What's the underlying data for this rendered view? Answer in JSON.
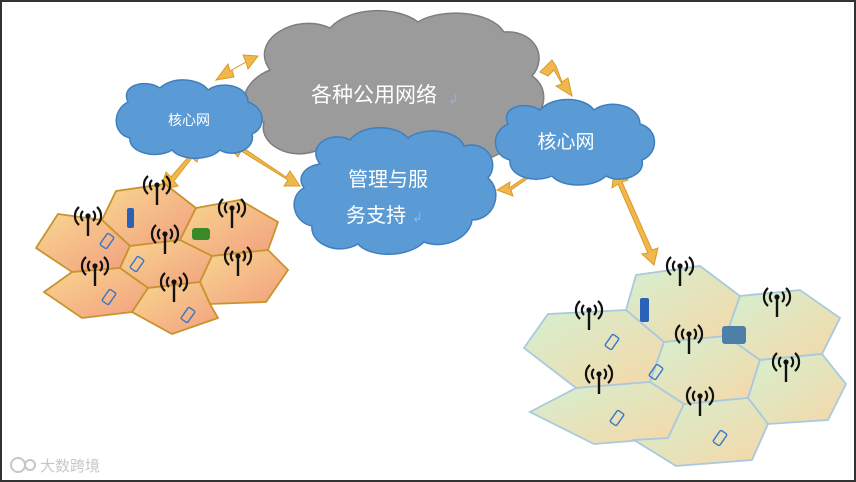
{
  "clouds": {
    "public_networks": "各种公用网络",
    "core_left": "核心网",
    "core_right": "核心网",
    "management_line1": "管理与服",
    "management_line2": "务支持"
  },
  "watermark": "大数跨境",
  "cells": {
    "left": [
      "left-cell-1",
      "left-cell-2",
      "left-cell-3",
      "left-cell-4",
      "left-cell-5",
      "left-cell-6",
      "left-cell-7"
    ],
    "right": [
      "right-cell-1",
      "right-cell-2",
      "right-cell-3",
      "right-cell-4",
      "right-cell-5",
      "right-cell-6",
      "right-cell-7"
    ]
  },
  "colors": {
    "frame": "#333333",
    "cloud_gray": "#999999",
    "cloud_blue": "#5b9bd5",
    "arrow": "#f0b84a",
    "hex_left": "#f5c97e",
    "hex_left_pink": "#f2a58a",
    "hex_right": "#dcefd0",
    "hex_right_tan": "#f4ddb2"
  }
}
